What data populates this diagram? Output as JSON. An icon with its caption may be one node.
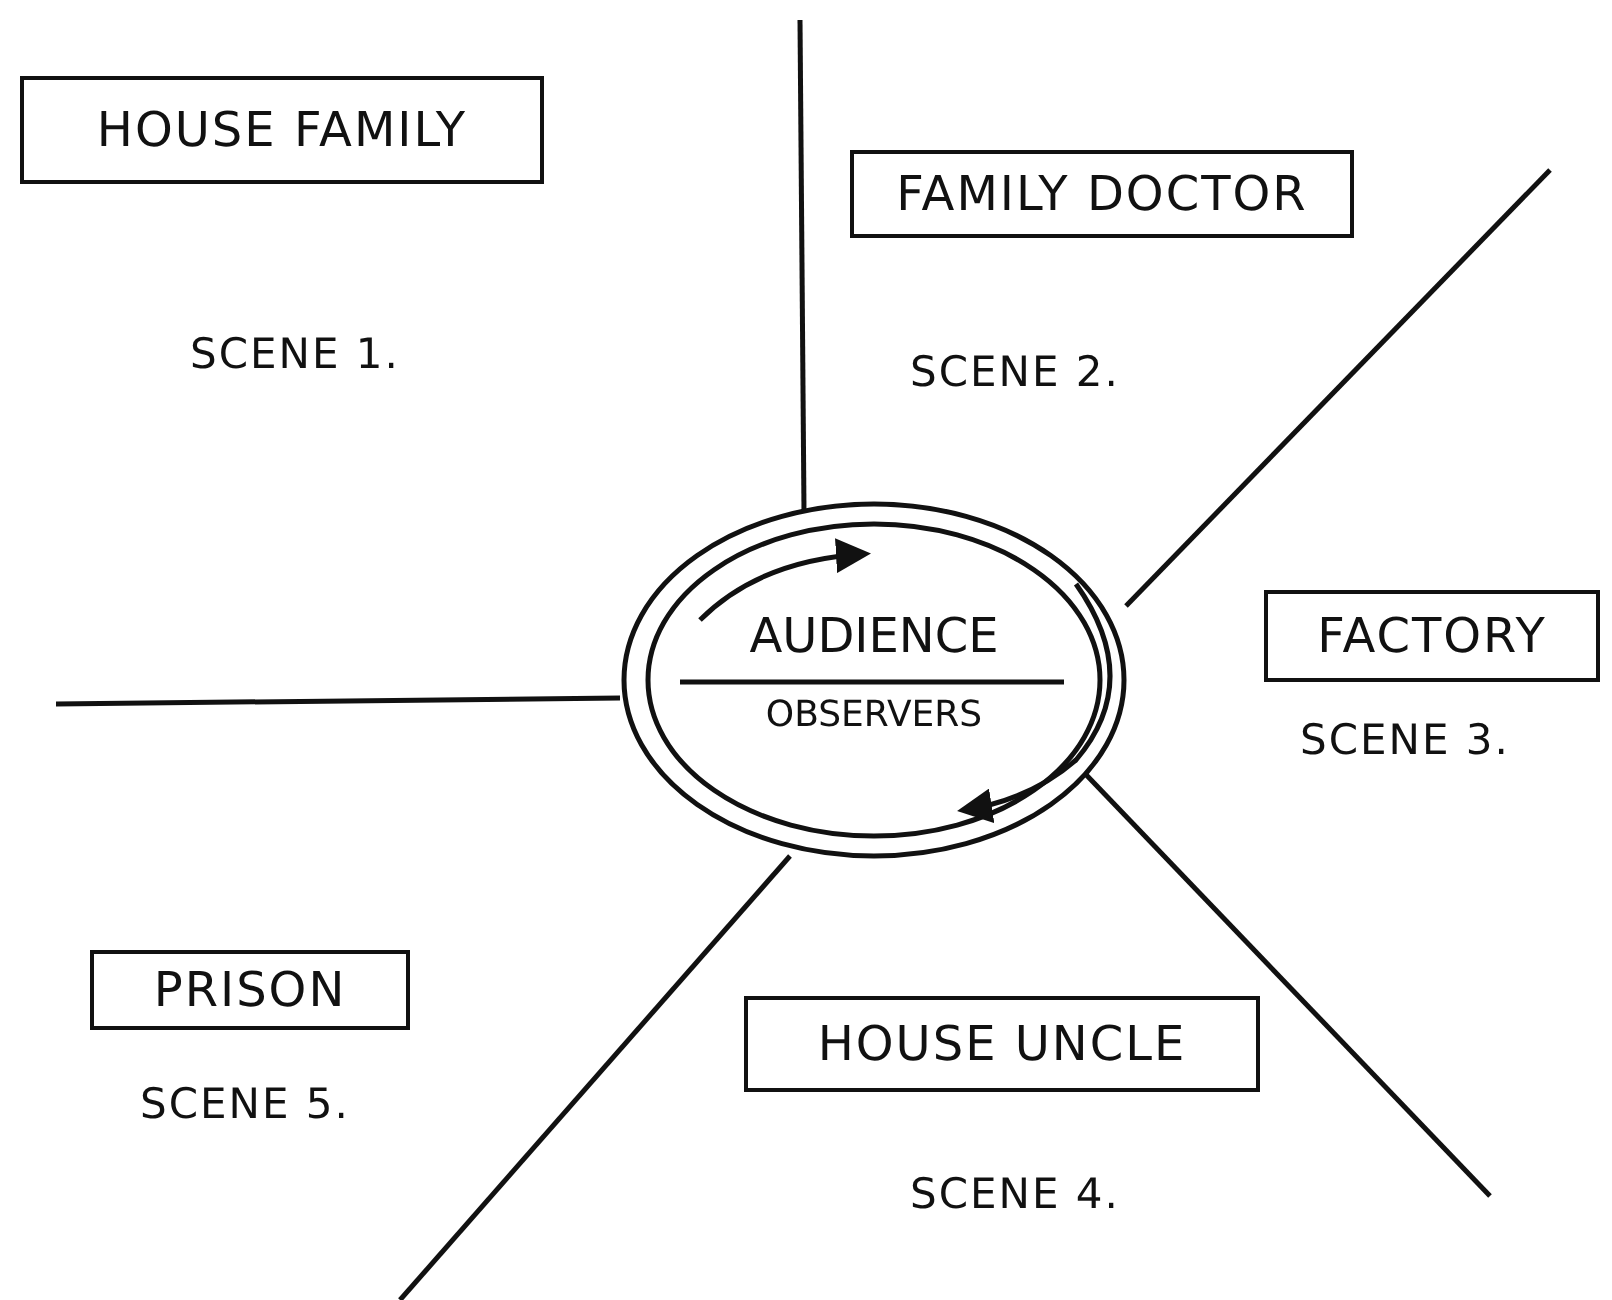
{
  "diagram": {
    "nodes": [
      {
        "text": [
          "HOUSE FAMILY"
        ],
        "beside": [
          "SCENE 1."
        ]
      },
      {
        "text": [
          "FAMILY DOCTOR"
        ],
        "beside": [
          "SCENE 2."
        ]
      },
      {
        "text": [
          "AUDIENCE",
          "OBSERVERS"
        ]
      },
      {
        "text": [
          "FACTORY"
        ],
        "beside": [
          "SCENE 3."
        ]
      },
      {
        "text": [
          "PRISON"
        ],
        "beside": [
          "SCENE 5."
        ]
      },
      {
        "text": [
          "HOUSE UNCLE"
        ],
        "beside": [
          "SCENE 4."
        ]
      }
    ],
    "edges": []
  }
}
